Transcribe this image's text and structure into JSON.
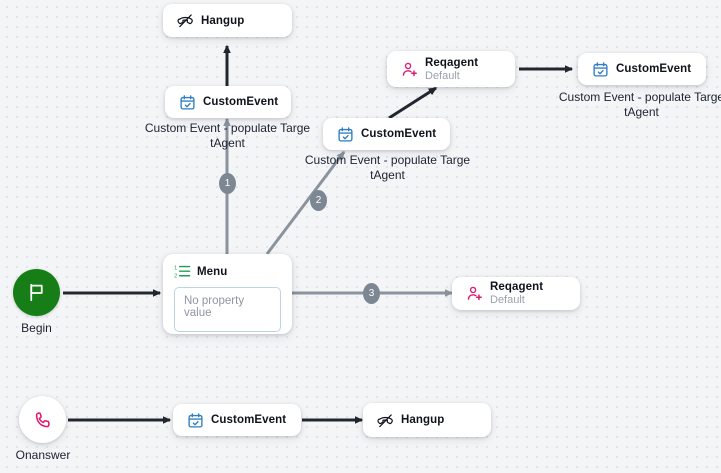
{
  "canvas": {
    "background_color": "#f4f5f7",
    "grid_dot_color": "#e2e4e8"
  },
  "colors": {
    "begin_green": "#177d17",
    "agent_pink": "#e01a6f",
    "custom_event_blue": "#2f7ec2",
    "menu_green": "#1f9d55",
    "hangup_dark": "#10131c",
    "edge_dark": "#22262e",
    "edge_gray": "#8a939e",
    "badge_gray": "#7d8794",
    "prop_border": "#bcd5e6"
  },
  "nodes": {
    "hangup_top": {
      "title": "Hangup",
      "icon": "phone-hangup-icon"
    },
    "custom_event_top": {
      "title": "CustomEvent",
      "icon": "calendar-check-icon"
    },
    "custom_event_mid": {
      "title": "CustomEvent",
      "icon": "calendar-check-icon"
    },
    "reqagent_top": {
      "title": "Reqagent",
      "subtitle": "Default",
      "icon": "person-add-icon"
    },
    "custom_event_right": {
      "title": "CustomEvent",
      "icon": "calendar-check-icon"
    },
    "menu": {
      "title": "Menu",
      "icon": "numbered-list-icon",
      "property_placeholder": "No property value"
    },
    "reqagent_mid": {
      "title": "Reqagent",
      "subtitle": "Default",
      "icon": "person-add-icon"
    },
    "begin": {
      "label": "Begin",
      "icon": "flag-icon"
    },
    "onanswer": {
      "label": "Onanswer",
      "icon": "phone-icon"
    },
    "custom_event_bottom": {
      "title": "CustomEvent",
      "icon": "calendar-check-icon"
    },
    "hangup_bottom": {
      "title": "Hangup",
      "icon": "phone-hangup-icon"
    }
  },
  "edge_labels": {
    "menu_to_custom_event_top": "Custom Event - populate Targe\ntAgent",
    "menu_to_custom_event_mid": "Custom Event - populate Targe\ntAgent",
    "reqagent_to_custom_event_right": "Custom Event - populate Targe\ntAgent"
  },
  "badges": {
    "one": "1",
    "two": "2",
    "three": "3"
  }
}
